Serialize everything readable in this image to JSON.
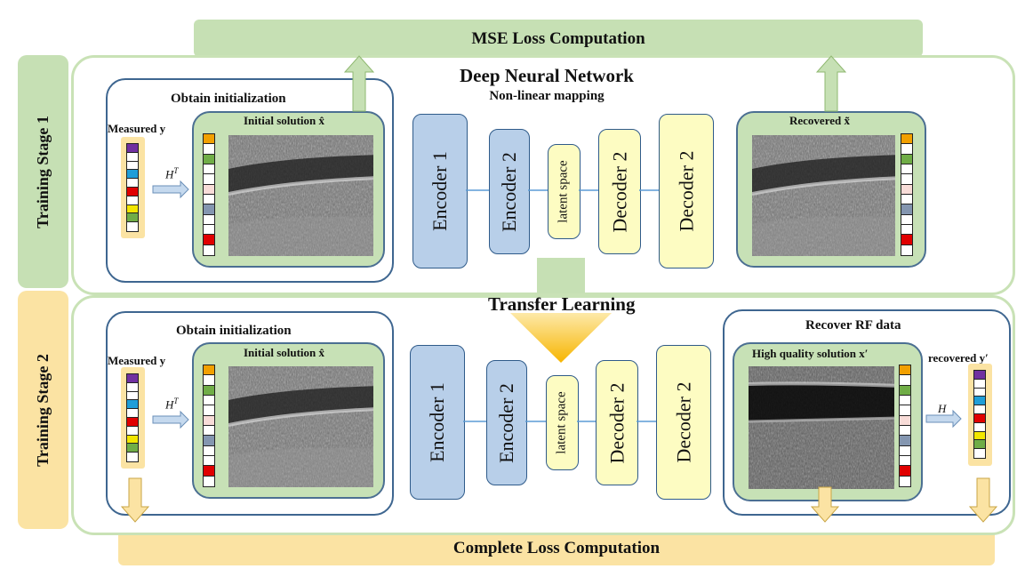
{
  "top_bar": {
    "label": "MSE Loss Computation"
  },
  "bottom_bar": {
    "label": "Complete Loss Computation"
  },
  "stage1": {
    "label": "Training Stage 1",
    "network_title": "Deep Neural Network",
    "network_subtitle": "Non-linear mapping",
    "init_title": "Obtain initialization",
    "measured_label": "Measured y",
    "operator": "H^T",
    "initial_solution_label": "Initial solution x̂",
    "recovered_label": "Recovered x̃",
    "blocks": [
      "Encoder 1",
      "Encoder 2",
      "latent space",
      "Decoder 2",
      "Decoder 2"
    ]
  },
  "transfer_label": "Transfer Learning",
  "stage2": {
    "label": "Training Stage 2",
    "init_title": "Obtain initialization",
    "measured_label": "Measured y",
    "operator": "H^T",
    "initial_solution_label": "Initial solution x̂",
    "recover_title": "Recover RF data",
    "high_quality_label": "High quality solution x′",
    "recovered_y_label": "recovered y′",
    "forward_operator": "H",
    "blocks": [
      "Encoder 1",
      "Encoder 2",
      "latent space",
      "Decoder 2",
      "Decoder 2"
    ]
  },
  "colors": {
    "green_bar": "#c6e0b4",
    "yellow_bar": "#fbe3a3",
    "encoder_blue": "#b8cfe9",
    "decoder_yellow": "#fdfcc2",
    "frame_blue": "#3e6690"
  },
  "vector_cells_measured": [
    "#7030a0",
    "#ffffff",
    "#ffffff",
    "#1f9ed8",
    "#ffffff",
    "#e00000",
    "#ffffff",
    "#f2e600",
    "#70ad47",
    "#ffffff"
  ],
  "vector_cells_solution": [
    "#f2a000",
    "#ffffff",
    "#70ad47",
    "#ffffff",
    "#ffffff",
    "#f8dcd8",
    "#ffffff",
    "#8496b0",
    "#ffffff",
    "#ffffff",
    "#e00000",
    "#ffffff"
  ],
  "vector_cells_recovered_y": [
    "#7030a0",
    "#ffffff",
    "#ffffff",
    "#1f9ed8",
    "#ffffff",
    "#e00000",
    "#ffffff",
    "#f2e600",
    "#70ad47",
    "#ffffff"
  ]
}
